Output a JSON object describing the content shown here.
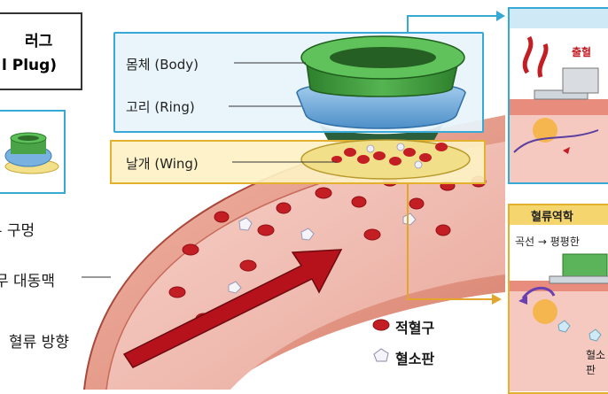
{
  "title": {
    "line1": "러그",
    "line2": "l Plug)"
  },
  "labels": {
    "body": "몸체 (Body)",
    "ring": "고리 (Ring)",
    "wing": "날개 (Wing)",
    "hole": "구멍",
    "aorta": "대동맥",
    "flow_direction": "혈류 방향"
  },
  "legend": {
    "red_blood_cell": "적혈구",
    "platelet": "혈소판"
  },
  "panel_top": {
    "label": "출혈"
  },
  "panel_bottom": {
    "header": "혈류역학",
    "subtitle": "곡선 → 평평한",
    "platelet_label": "혈소판"
  },
  "colors": {
    "callout_border": "#36a9d6",
    "wing_border": "#e3b12d",
    "body_green": "#3f9a3c",
    "ring_blue": "#6fa6d6",
    "vessel_red": "#c83a3a",
    "flow_arrow": "#b5121b"
  }
}
